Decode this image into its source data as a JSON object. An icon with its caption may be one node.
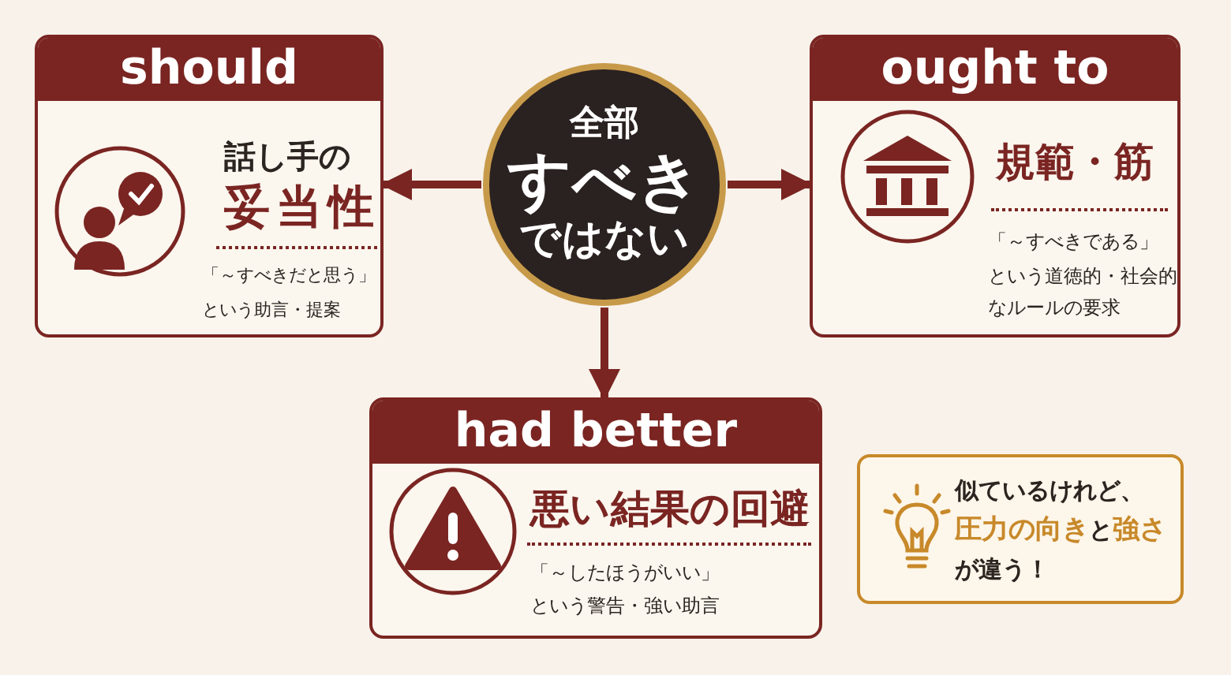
{
  "diagram": {
    "nodes": [
      {
        "text": [
          "should",
          "話し手の",
          "妥当性",
          "「～すべきだと思う」",
          "という助言・提案"
        ]
      },
      {
        "text": [
          "全部",
          "すべき",
          "ではない"
        ]
      },
      {
        "text": [
          "ought to",
          "規範・筋",
          "「～すべきである」",
          "という道徳的・社会的なルールの要求"
        ]
      },
      {
        "text": [
          "had better",
          "悪い結果の回避",
          "「～したほうがいい」",
          "という警告・強い助言"
        ]
      },
      {
        "text": [
          "似ているけれど、**圧力の向き**と**強さ**が違う！"
        ]
      }
    ],
    "edges": [
      {
        "from": 1,
        "to": 0,
        "arrow": "to"
      },
      {
        "from": 1,
        "to": 2,
        "arrow": "to"
      },
      {
        "from": 1,
        "to": 3,
        "arrow": "to"
      }
    ]
  }
}
